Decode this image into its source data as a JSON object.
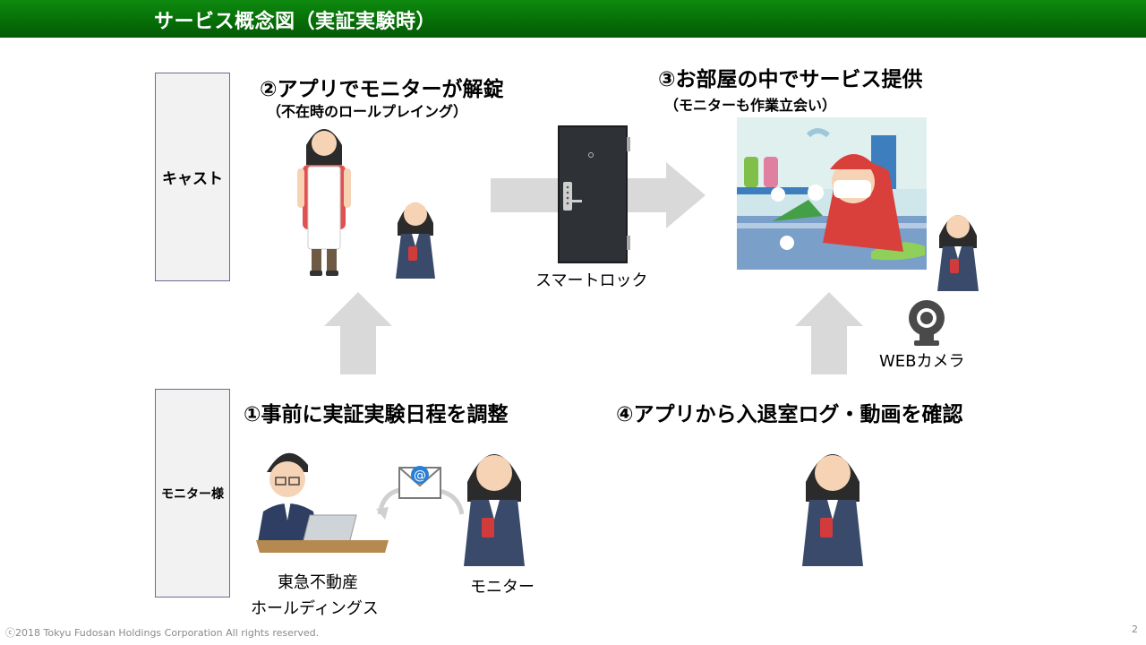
{
  "header": {
    "title": "サービス概念図（実証実験時）"
  },
  "roles": {
    "cast": "キャスト",
    "monitor": "モニター様"
  },
  "steps": {
    "step2": {
      "title": "②アプリでモニターが解錠",
      "subtitle": "（不在時のロールプレイング）"
    },
    "step3": {
      "title": "③お部屋の中でサービス提供",
      "subtitle": "（モニターも作業立会い）"
    },
    "step1": {
      "title": "①事前に実証実験日程を調整"
    },
    "step4": {
      "title": "④アプリから入退室ログ・動画を確認"
    }
  },
  "captions": {
    "smart_lock": "スマートロック",
    "web_camera": "WEBカメラ",
    "company_line1": "東急不動産",
    "company_line2": "ホールディングス",
    "monitor": "モニター"
  },
  "footer": {
    "copyright": "ⓒ2018 Tokyu Fudosan Holdings Corporation All rights reserved.",
    "page_number": "2"
  },
  "colors": {
    "header_green": "#067a07",
    "arrow_gray": "#d9d9d9",
    "box_bg": "#f2f2f2",
    "box_border": "#6b6b9a"
  },
  "icons": [
    "door-icon",
    "web-camera-icon",
    "email-icon",
    "laptop-icon"
  ]
}
